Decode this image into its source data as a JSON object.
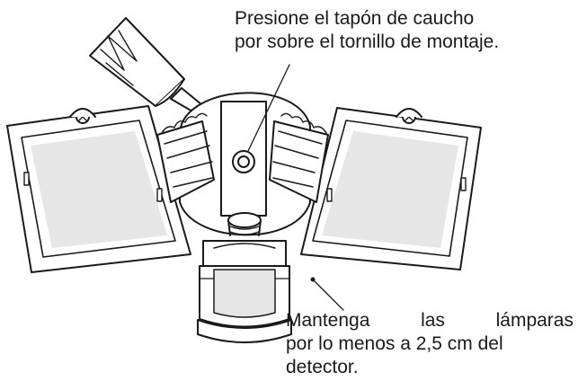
{
  "callouts": {
    "top": {
      "line1": "Presione el tapón de caucho",
      "line2": "por sobre el tornillo de montaje."
    },
    "bottom": {
      "line1_words": [
        "Mantenga",
        "las",
        "lámparas"
      ],
      "line2": "por lo menos a 2,5 cm del",
      "line3": "detector."
    }
  },
  "colors": {
    "ink": "#1a1a1a",
    "paper": "#ffffff",
    "lens": "#e6e6e6"
  }
}
